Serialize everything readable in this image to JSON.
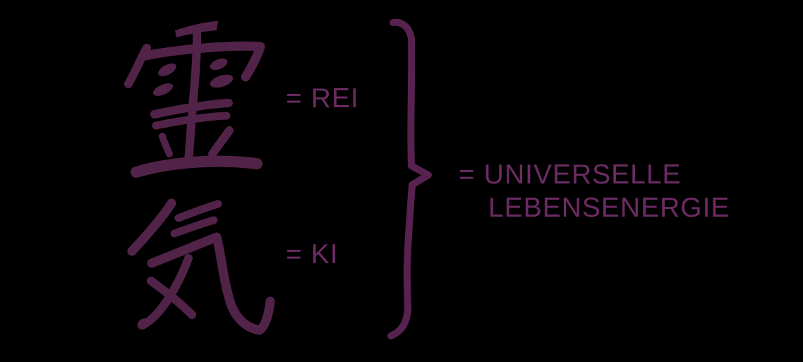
{
  "colors": {
    "background": "#000000",
    "kanji": "#522349",
    "brace": "#57224f",
    "text": "#6c2b63"
  },
  "diagram": {
    "rei": {
      "kanji": "霊",
      "equals": "=",
      "romaji": "REI"
    },
    "ki": {
      "kanji": "気",
      "equals": "=",
      "romaji": "KI"
    },
    "meaning": {
      "equals": "=",
      "line1": "UNIVERSELLE",
      "line2": "LEBENSENERGIE"
    }
  }
}
